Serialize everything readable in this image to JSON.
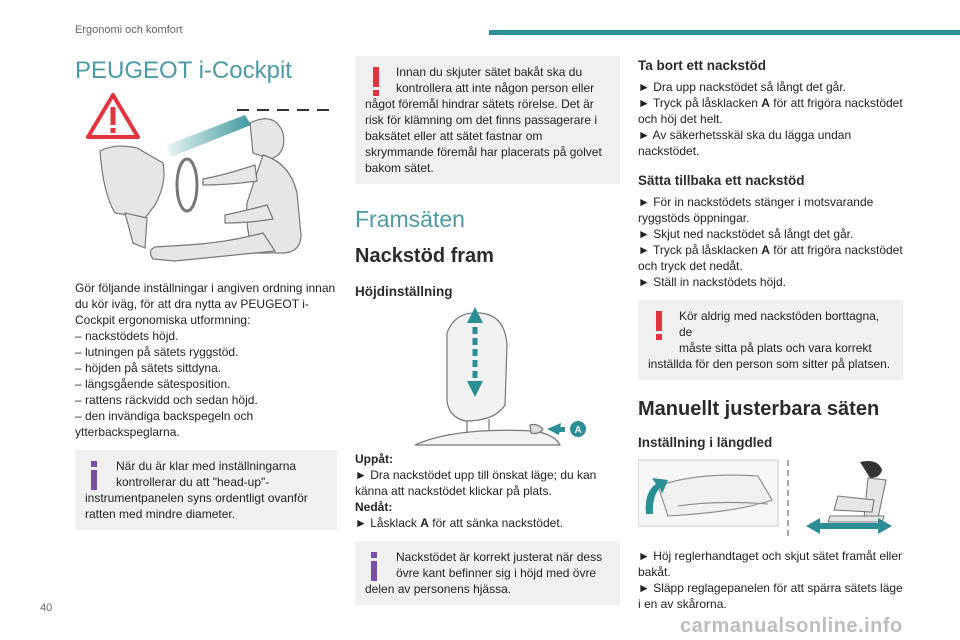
{
  "header": {
    "title": "Ergonomi och komfort",
    "accent_color": "#2a8e94"
  },
  "page_number": "40",
  "watermark": "carmanualsonline.info",
  "col1": {
    "title": "PEUGEOT i-Cockpit",
    "icon": "warning-triangle-icon",
    "intro": "Gör följande inställningar i angiven ordning innan du kör iväg, för att dra nytta av PEUGEOT i-Cockpit ergonomiska utformning:",
    "steps": [
      "– nackstödets höjd.",
      "– lutningen på sätets ryggstöd.",
      "– höjden på sätets sittdyna.",
      "– längsgående sätesposition.",
      "– rattens räckvidd och sedan höjd.",
      "– den invändiga backspegeln och ytterbackspeglarna."
    ],
    "info_line1": "När du är klar med inställningarna",
    "info_line2": "kontrollerar du att \"head-up\"-",
    "info_rest": "instrumentpanelen syns ordentligt ovanför ratten med mindre diameter."
  },
  "col2": {
    "warn_line1": "Innan du skjuter sätet bakåt ska du",
    "warn_line2": "kontrollera att inte någon person eller",
    "warn_rest": "något föremål hindrar sätets rörelse. Det är risk för klämning om det finns passagerare i baksätet eller att sätet fastnar om skrymmande föremål har placerats på golvet bakom sätet.",
    "section": "Framsäten",
    "subsection": "Nackstöd fram",
    "height_heading": "Höjdinställning",
    "figure_label": "A",
    "up_label": "Uppåt:",
    "up_text": "► Dra nackstödet upp till önskat läge; du kan känna att nackstödet klickar på plats.",
    "down_label": "Nedåt:",
    "down_pre": "► Låsklack ",
    "down_bold": "A",
    "down_post": " för att sänka nackstödet.",
    "info_line1": "Nackstödet är korrekt justerat när dess",
    "info_line2": "övre kant befinner sig i höjd med övre",
    "info_rest": "delen av personens hjässa."
  },
  "col3": {
    "remove_heading": "Ta bort ett nackstöd",
    "remove_1": "► Dra upp nackstödet så långt det går.",
    "remove_2_pre": "► Tryck på låsklacken ",
    "remove_2_bold": "A",
    "remove_2_post": " för att frigöra nackstödet och höj det helt.",
    "remove_3": "► Av säkerhetsskäl ska du lägga undan nackstödet.",
    "refit_heading": "Sätta tillbaka ett nackstöd",
    "refit_1": "► För in nackstödets stänger i motsvarande ryggstöds öppningar.",
    "refit_2": "► Skjut ned nackstödet så långt det går.",
    "refit_3_pre": "► Tryck på låsklacken ",
    "refit_3_bold": "A",
    "refit_3_post": " för att frigöra nackstödet och tryck det nedåt.",
    "refit_4": "► Ställ in nackstödets höjd.",
    "warn_line1": "Kör aldrig med nackstöden borttagna, de",
    "warn_line2": "måste sitta på plats och vara korrekt",
    "warn_rest": "inställda för den person som sitter på platsen.",
    "manual_heading": "Manuellt justerbara säten",
    "length_heading": "Inställning i längdled",
    "length_1": "► Höj reglerhandtaget och skjut sätet framåt eller bakåt.",
    "length_2": "► Släpp reglagepanelen för att spärra sätets läge i en av skårorna."
  },
  "colors": {
    "teal": "#2a8e94",
    "heading_teal": "#4d9aa4",
    "warning_red": "#e2333f",
    "info_violet": "#7a4ea6",
    "note_bg": "#f0f0f0"
  }
}
